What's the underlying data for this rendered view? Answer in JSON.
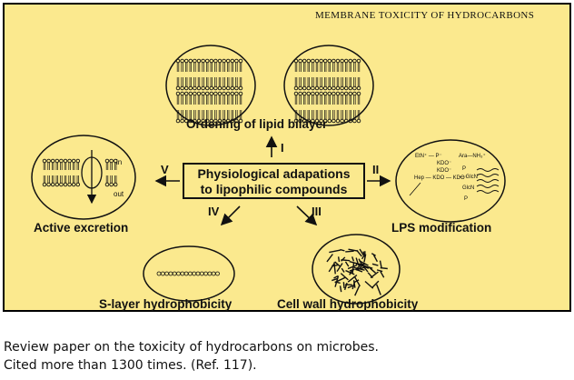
{
  "header": "MEMBRANE TOXICITY OF HYDROCARBONS",
  "center": {
    "line1": "Physiological adapations",
    "line2": "to lipophilic compounds"
  },
  "nodes": {
    "ordering": "Ordening of lipid bilayer",
    "lps": "LPS modification",
    "cellwall": "Cell wall hydrophobicity",
    "slayer": "S-layer hydrophobicity",
    "excretion": "Active excretion"
  },
  "numerals": {
    "i": "I",
    "ii": "II",
    "iii": "III",
    "iv": "IV",
    "v": "V"
  },
  "excretion_membrane": {
    "in": "in",
    "out": "out"
  },
  "lps_structure": {
    "etn": "EtN⁺ — P⁻",
    "kdo1": "KDO⁻",
    "kdo2": "KDO⁻",
    "hep": "Hep — KDO — KDO⁻",
    "ara": "Ara—NH₃⁺",
    "p1": "P",
    "glcn1": "— GlcN",
    "glcn2": "GlcN",
    "p2": "P"
  },
  "caption": {
    "line1": "Review paper on the toxicity of hydrocarbons on microbes.",
    "line2": "Cited more than 1300 times. (Ref. 117)."
  }
}
